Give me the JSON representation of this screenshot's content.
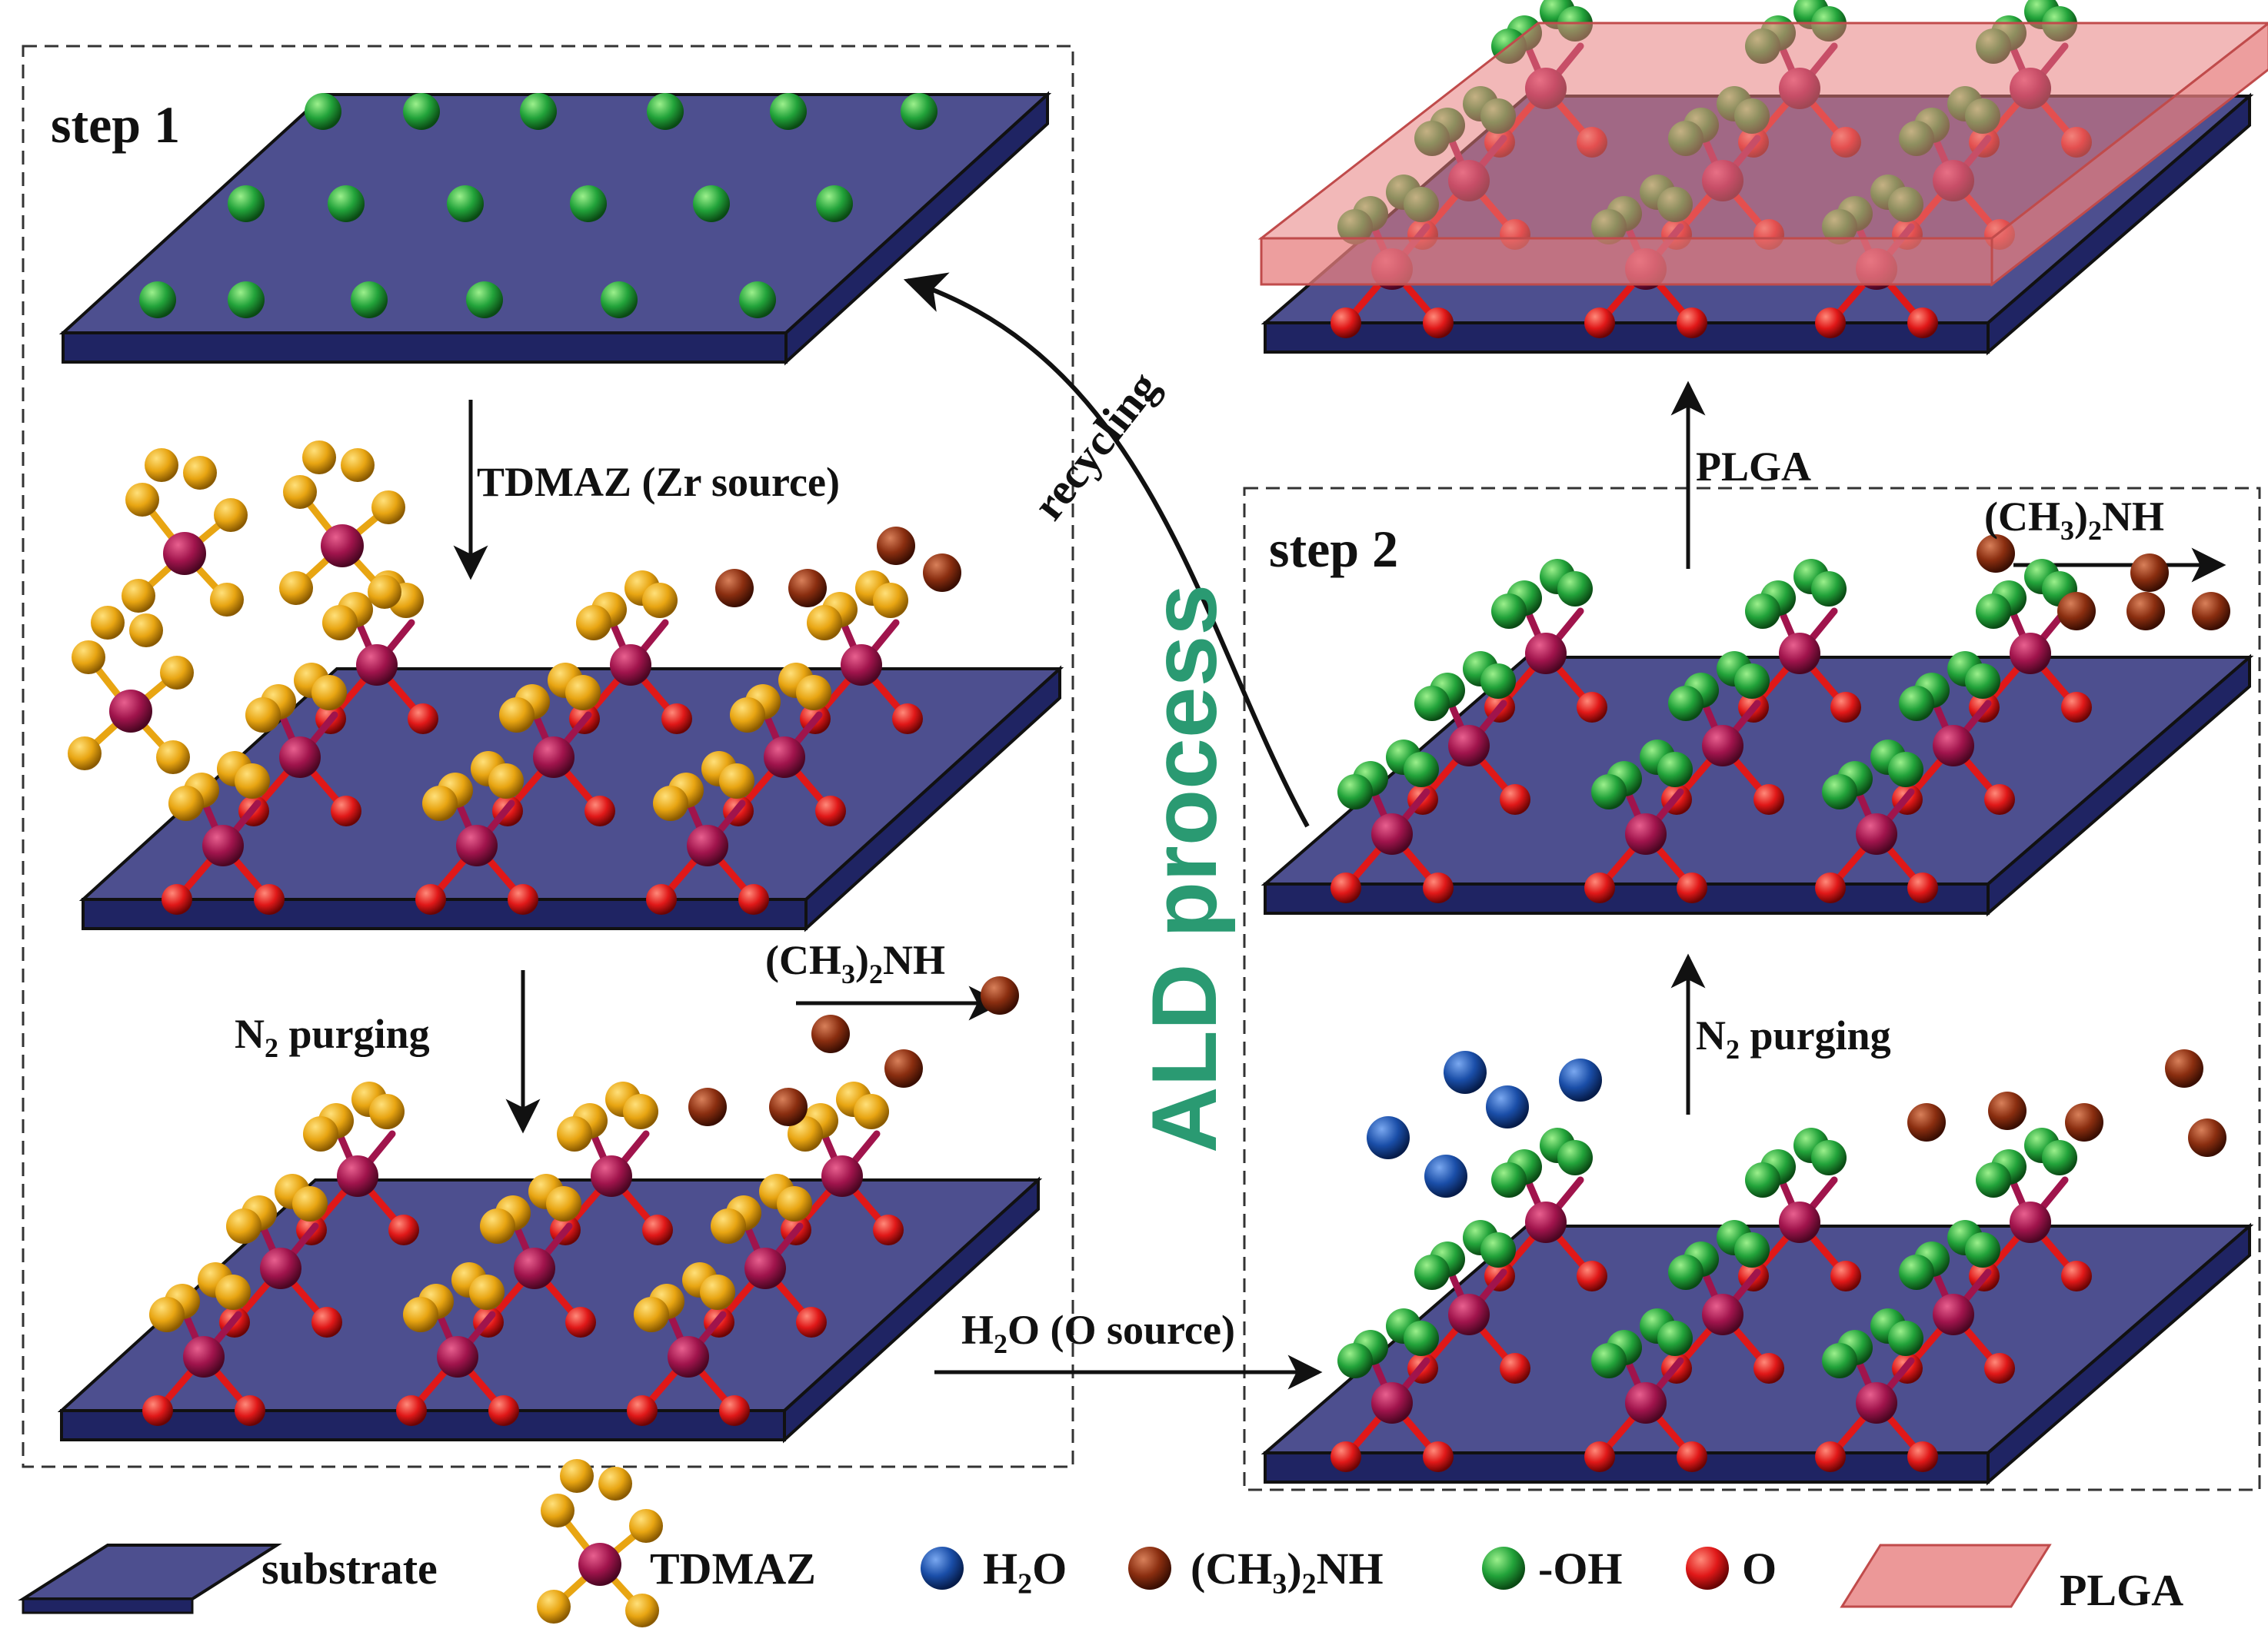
{
  "labels": {
    "step1": "step 1",
    "step2": "step 2",
    "tdmaz_source": "TDMAZ (Zr source)",
    "n2_purging_left_pre": "N",
    "n2_purging_left_sub": "2",
    "n2_purging_left_post": " purging",
    "n2_purging_right_pre": "N",
    "n2_purging_right_sub": "2",
    "n2_purging_right_post": " purging",
    "h2o_o_source_pre": "H",
    "h2o_o_source_sub": "2",
    "h2o_o_source_post": "O (O source)",
    "plga_step": "PLGA",
    "recycling": "recycling",
    "ald_process": "ALD process",
    "byproduct_left": {
      "a": "(CH",
      "b": "3",
      "c": ")",
      "d": "2",
      "e": "NH"
    },
    "byproduct_right": {
      "a": "(CH",
      "b": "3",
      "c": ")",
      "d": "2",
      "e": "NH"
    }
  },
  "legend": [
    {
      "name": "substrate",
      "label": "substrate"
    },
    {
      "name": "tdmaz",
      "label": "TDMAZ"
    },
    {
      "name": "h2o",
      "label_pre": "H",
      "label_sub": "2",
      "label_post": "O"
    },
    {
      "name": "dma",
      "label_pre": "(CH",
      "label_sub": "3",
      "label_mid": ")",
      "label_sub2": "2",
      "label_post": "NH"
    },
    {
      "name": "oh",
      "label": "-OH"
    },
    {
      "name": "o",
      "label": "O"
    },
    {
      "name": "plga",
      "label": "PLGA"
    }
  ],
  "colors": {
    "substrate_top": "#4d4f8f",
    "substrate_side": "#1f2463",
    "zr": "#a0144c",
    "tdmaz_ligand": "#e8a512",
    "oh": "#22a33a",
    "o": "#e01818",
    "h2o": "#1a4ea8",
    "dma": "#8a2e10",
    "plga": "#e77e7e",
    "ald_text": "#2a9a72"
  }
}
